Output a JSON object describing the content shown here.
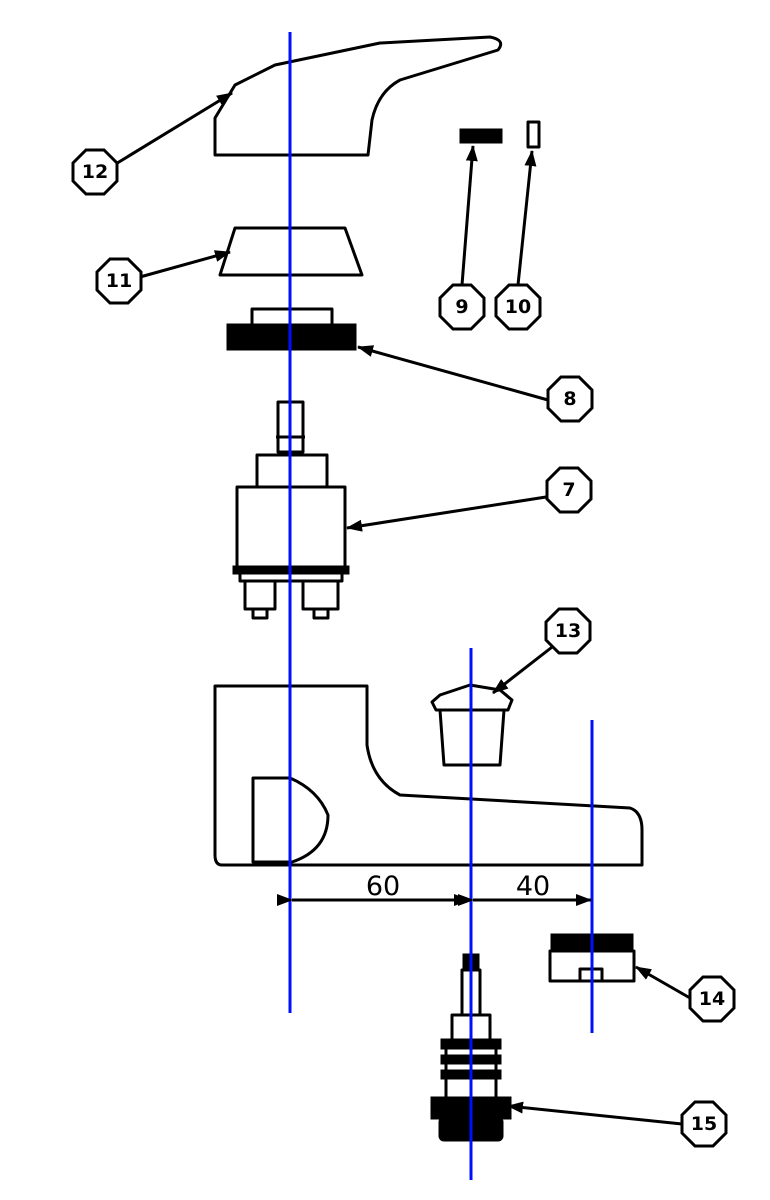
{
  "callouts": [
    {
      "id": "12",
      "label": "12"
    },
    {
      "id": "11",
      "label": "11"
    },
    {
      "id": "9",
      "label": "9"
    },
    {
      "id": "10",
      "label": "10"
    },
    {
      "id": "8",
      "label": "8"
    },
    {
      "id": "7",
      "label": "7"
    },
    {
      "id": "13",
      "label": "13"
    },
    {
      "id": "14",
      "label": "14"
    },
    {
      "id": "15",
      "label": "15"
    }
  ],
  "dimensions": {
    "left": "60",
    "right": "40"
  },
  "colors": {
    "axis": "#0010ff",
    "line": "#000000",
    "background": "#ffffff"
  }
}
